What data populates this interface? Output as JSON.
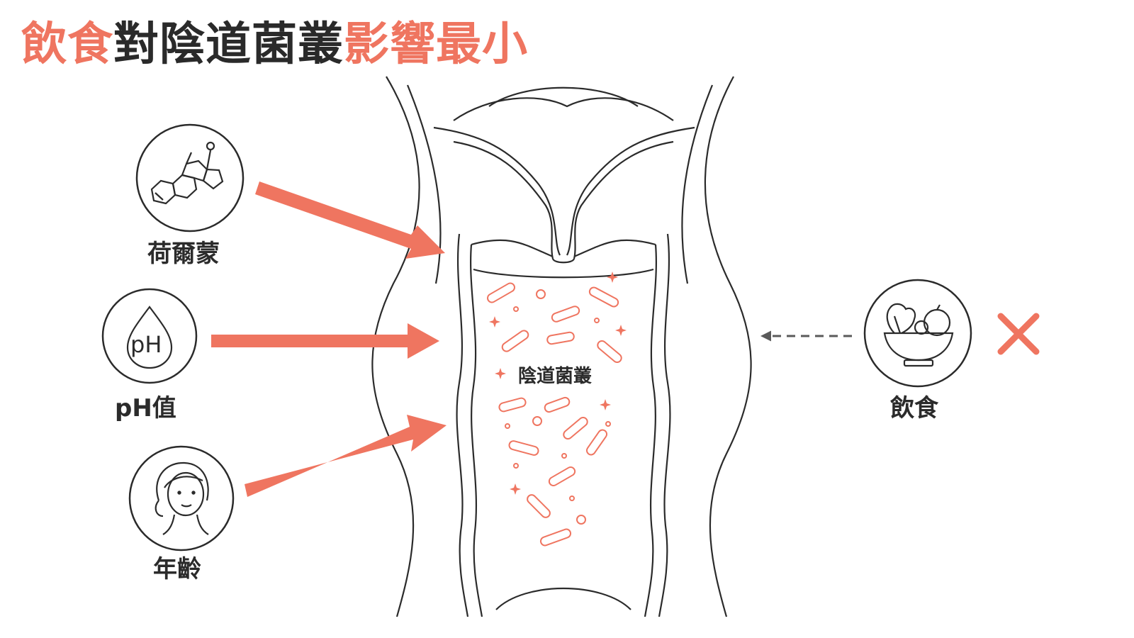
{
  "title": {
    "part1": "飲食",
    "part2": "對陰道菌叢",
    "part3": "影響最小"
  },
  "colors": {
    "accent": "#ef7560",
    "ink": "#2b2b2b",
    "arrow_gray": "#5a5a5a"
  },
  "factors": [
    {
      "label": "荷爾蒙",
      "icon": "steroid-molecule-icon"
    },
    {
      "label": "pH值",
      "icon": "ph-drop-icon",
      "icon_text": "pH"
    },
    {
      "label": "年齡",
      "icon": "woman-face-icon"
    }
  ],
  "center_label": "陰道菌叢",
  "diet": {
    "label": "飲食",
    "icon": "food-bowl-icon",
    "mark": "cross-icon"
  }
}
